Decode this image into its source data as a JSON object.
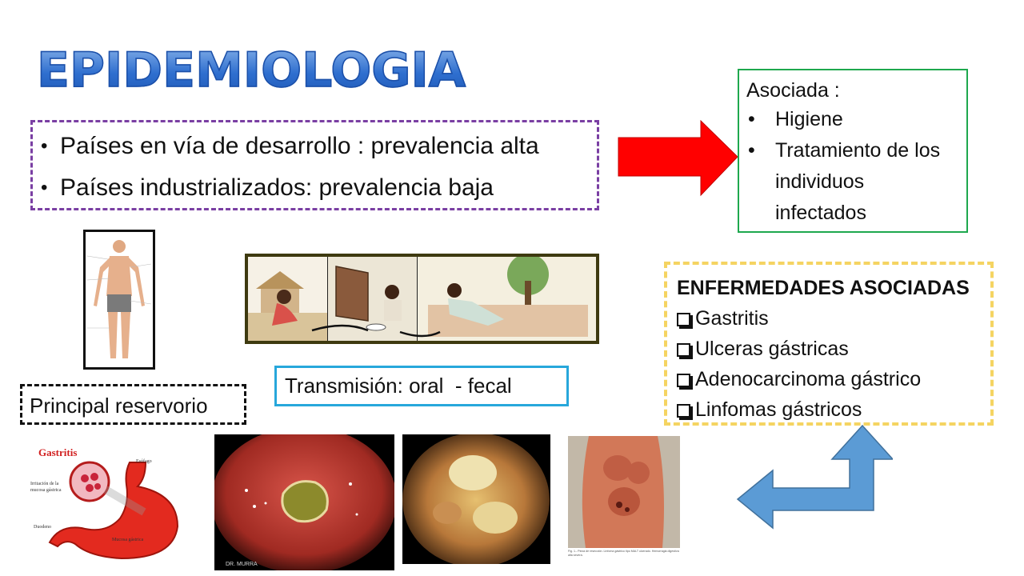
{
  "slide": {
    "title": "EPIDEMIOLOGIA",
    "prevalence": {
      "items": [
        "Países en vía de desarrollo : prevalencia alta",
        "Países industrializados: prevalencia baja"
      ]
    },
    "associated": {
      "heading": "Asociada :",
      "items": [
        "Higiene",
        "Tratamiento de los individuos infectados"
      ]
    },
    "transmission_label": "Transmisión: oral  - fecal",
    "reservoir_label": "Principal reservorio",
    "diseases": {
      "heading": "ENFERMEDADES ASOCIADAS",
      "items": [
        "Gastritis",
        "Ulceras gástricas",
        "Adenocarcinoma gástrico",
        "Linfomas gástricos"
      ]
    },
    "gastritis_illustration": {
      "title": "Gastritis",
      "labels": [
        "Esófago",
        "Irritación de la",
        "mucosa gástrica",
        "Duodeno",
        "Mucosa gástrica"
      ]
    },
    "ulcer_photo_caption": "DR. MURRA",
    "lymphoma_photo_caption": "Fig. 1.- Pieza de resección. Linfoma gástrico tipo MALT ulcerado. Hemorragia digestiva alta severa."
  },
  "colors": {
    "title_blue": "#2f6fcf",
    "prevalence_border": "#7a3fa3",
    "associated_border": "#1ea84e",
    "transmission_border": "#27a7db",
    "diseases_border": "#f5d462",
    "red_arrow": "#ff0000",
    "blue_arrow": "#5b9bd5"
  }
}
